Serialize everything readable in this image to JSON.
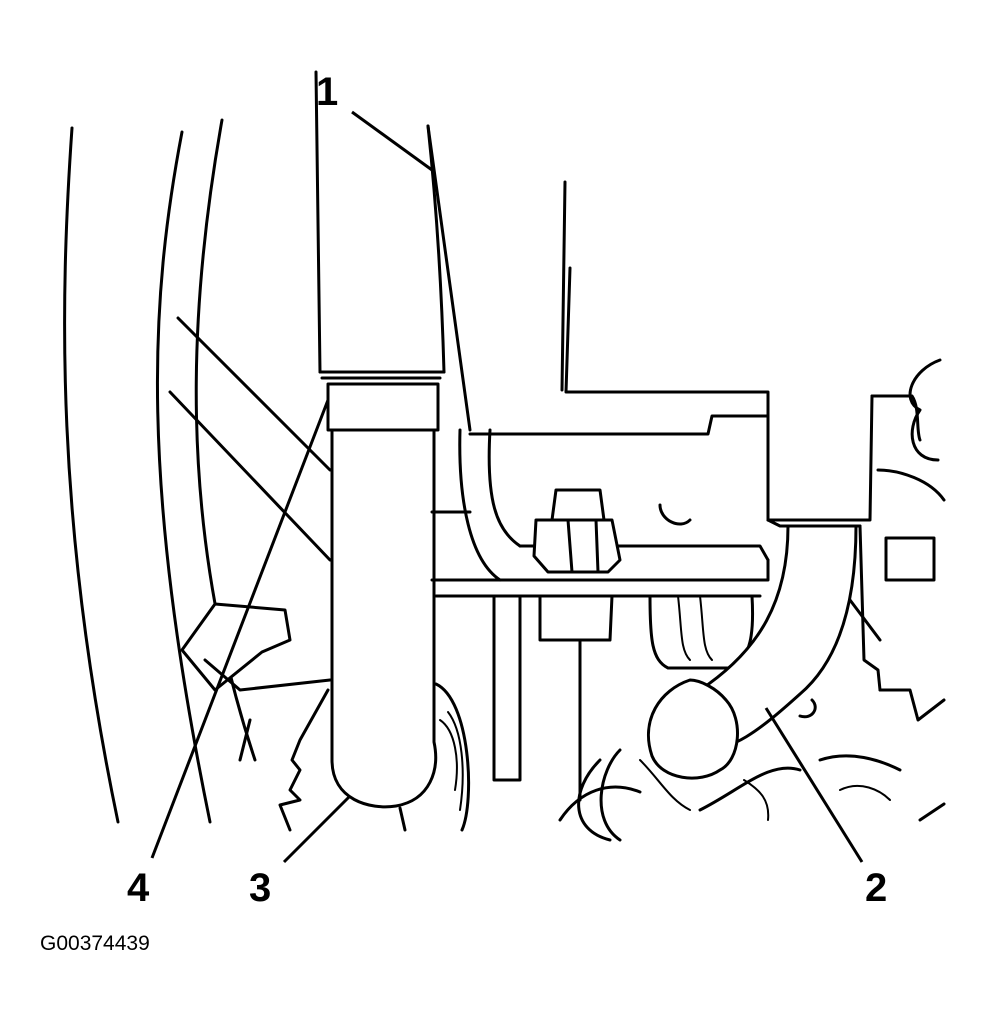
{
  "callouts": [
    {
      "id": "1",
      "label": "1"
    },
    {
      "id": "2",
      "label": "2"
    },
    {
      "id": "3",
      "label": "3"
    },
    {
      "id": "4",
      "label": "4"
    }
  ],
  "figure_id": "G00374439"
}
